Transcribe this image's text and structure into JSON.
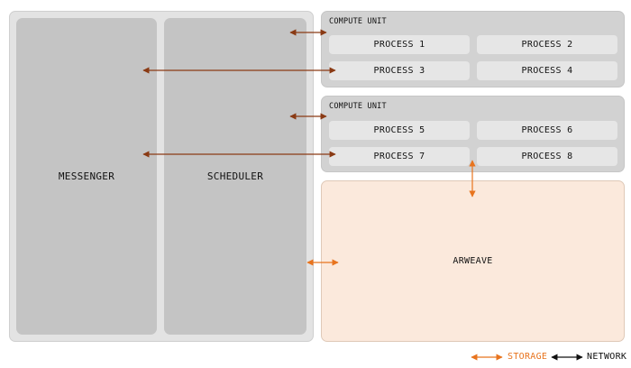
{
  "messenger_label": "MESSENGER",
  "scheduler_label": "SCHEDULER",
  "compute_units": [
    {
      "label": "COMPUTE UNIT",
      "processes": [
        "PROCESS 1",
        "PROCESS 2",
        "PROCESS 3",
        "PROCESS 4"
      ]
    },
    {
      "label": "COMPUTE UNIT",
      "processes": [
        "PROCESS 5",
        "PROCESS 6",
        "PROCESS 7",
        "PROCESS 8"
      ]
    }
  ],
  "arweave_label": "ARWEAVE",
  "legend": {
    "storage": "STORAGE",
    "network": "NETWORK"
  },
  "colors": {
    "storage": "#e8741e",
    "network": "#111111",
    "link": "#8a3a14",
    "arweave_bg": "#fbe9dc"
  }
}
